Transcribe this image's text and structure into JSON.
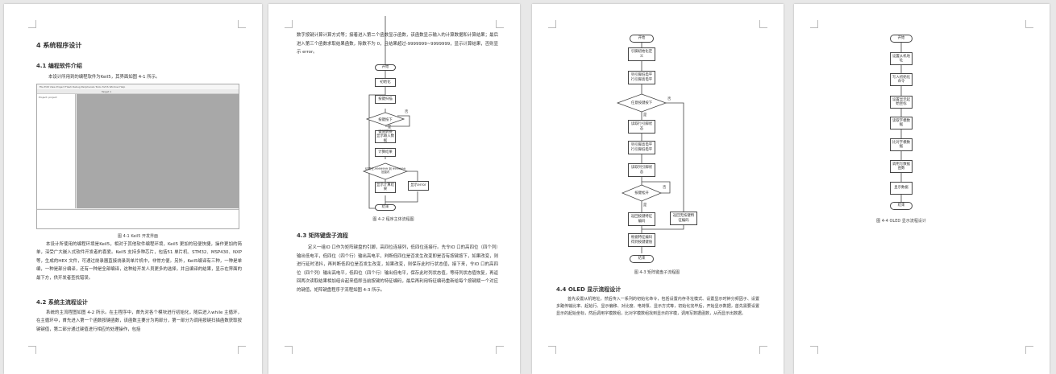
{
  "page1": {
    "h_section": "4 系统程序设计",
    "h_41": "4.1 编程软件介绍",
    "p1": "本设计所用到的编程软件为Keil5，其界面如图 4-1 所示。",
    "keil_menu": "File  Edit  View  Project  Flash  Debug  Peripherals  Tools  SVCS  Window  Help",
    "keil_target": "Target 1",
    "keil_project": "Project: project",
    "cap1": "图 4-1 Keil5 开发界面",
    "p2": "本设计所使用的编程环境是Keil5，相对于其他软件编程环境，Keil5 更加的轻便快捷，操作更加的简单，深受广大嵌入式软件开发者的喜爱。Keil5 支持多种芯片，包括51 单片机、STM32、MSP430、NXP 等，生成的HEX 文件，可通过烧录器直接烧录到单片机中，非常方便。另外，Keil5编译有三种，一种是单编，一种是部分编译，还有一种是全部编译，这种给开发人员更多的选择，并且编译的结果，显示在界面的最下方，供开发者查找错误。",
    "h_42": "4.2 系统主流程设计",
    "p3": "系统的主流程图如图 4-2 所示。在主程序中，首先对各个模块进行初始化，随后进入while 主循环，在主循环中，首先进入第一个函数按键函数，该函数主要分为两部分，第一部分为调用按键扫描函数获取按键键值，第二部分通过键值进行相应的处理操作，包括"
  },
  "page2": {
    "p1": "数字按键计算计算方式等；接着进入第二个函数显示函数，该函数显示输入的计算数据和计算结果；最后进入第三个函数求取结果函数，除数不为 0，且结果超过-9999999~9999999，显示计算结果，否则显示 error。",
    "flow": {
      "start": "开始",
      "init": "初始化",
      "scan": "按键扫描",
      "pressed": "按键按下",
      "yes": "是",
      "no": "否",
      "convert": "键值转换 显示输入数据",
      "calc": "计算结果",
      "check": "结果在-9999999 到 9999999 范围内",
      "show": "显示计算结果",
      "error": "显示error",
      "end": "结束"
    },
    "cap": "图 4-2 程序主体流程图",
    "h_43": "4.3 矩阵键盘子流程",
    "p2": "定义一组IO 口作为矩阵键盘的引脚，高四位连接列，低四位连接行。先令IO 口的高四位（四个列）输出低电平，低四位（四个行）输出高电平，判断低四位是否发生改变即是否有按键按下，如果改变，则进行延时消抖，再判断低四位是否发生改变，如果改变，则保存此时行状态值，接下来，令IO 口的高四位（四个列）输出高电平，低四位（四个行）输出低电平，保存此时列状态值，等待列状态值恢复，再返回两次读取结果相加组合起来值即当前按键的特征编码，最后再利用特征编码重新给每个按键赋一个对应的键值，矩阵键盘程序子流程如图 4-3 所示。"
  },
  "page3": {
    "flow": {
      "start": "开始",
      "def": "引脚初始化定义",
      "low1": "列引脚低电平 行引脚高电平",
      "any": "任意按键按下",
      "yes": "是",
      "no": "否",
      "readrow": "读取行引脚状态",
      "low2": "列引脚高电平 行引脚低电平",
      "readcol": "读取列引脚状态",
      "release": "按键松开",
      "ret": "返回按键特征编码",
      "retnone": "返回无按键特征编码",
      "keyval": "根据特征编码得到按键键值",
      "end": "结束"
    },
    "cap": "图 4-3 矩阵键盘子流程图",
    "h_44": "4.4 OLED 显示流程设计",
    "p1": "首先设置从机地址，然后传入一系列的初始化命令，包括设置内存寻址模式、设置显示时钟分频因子、设置多路传输比率、起始行、显示偏移、对比度、电荷泵、显示方式等，初始化完毕后，开始显示数据，首先需要设置显示的起始坐标，然后调用字模数组，比对字模数组找到显示的字模，调用写数据函数，从而显示出数据。"
  },
  "page4": {
    "flow": [
      "开始",
      "设置从机地址",
      "写入初始化命令",
      "设置显示起始坐标",
      "读取字模数据",
      "比对字模数据",
      "调用写数据函数",
      "显示数据",
      "结束"
    ],
    "cap": "图 4-4 OLED 显示流程设计"
  }
}
